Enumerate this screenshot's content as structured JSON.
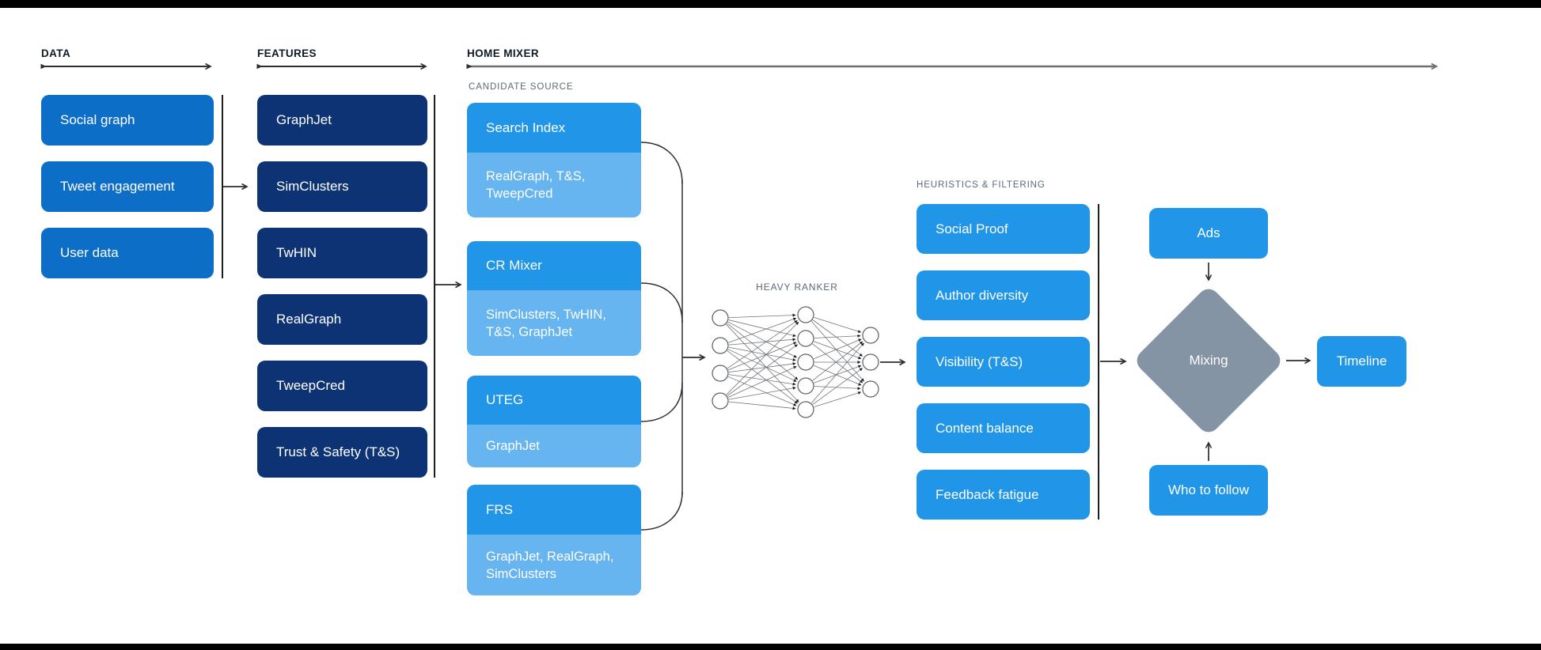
{
  "colors": {
    "data_box_blue": "#0d6ec8",
    "feature_box_navy": "#0e3375",
    "source_title_blue": "#2196e8",
    "source_subtitle_blue": "#66b5f1",
    "filter_box_blue": "#2196e8",
    "mixing_diamond_gray": "#8494a5",
    "muted_label_gray": "#5a6a7a",
    "header_label_dark": "#0d1b28",
    "wire_dark": "#2a2e33"
  },
  "sections": {
    "data": {
      "header": "DATA",
      "items": [
        "Social graph",
        "Tweet engagement",
        "User data"
      ]
    },
    "features": {
      "header": "FEATURES",
      "items": [
        "GraphJet",
        "SimClusters",
        "TwHIN",
        "RealGraph",
        "TweepCred",
        "Trust & Safety (T&S)"
      ]
    },
    "home_mixer": {
      "header": "HOME MIXER",
      "candidate_source": {
        "label": "CANDIDATE SOURCE",
        "sources": [
          {
            "title": "Search Index",
            "inputs": "RealGraph, T&S,\nTweepCred"
          },
          {
            "title": "CR Mixer",
            "inputs": "SimClusters, TwHIN,\nT&S, GraphJet"
          },
          {
            "title": "UTEG",
            "inputs": "GraphJet"
          },
          {
            "title": "FRS",
            "inputs": "GraphJet, RealGraph,\nSimClusters"
          }
        ]
      },
      "heavy_ranker_label": "HEAVY RANKER",
      "heuristics": {
        "label": "HEURISTICS & FILTERING",
        "items": [
          "Social Proof",
          "Author diversity",
          "Visibility (T&S)",
          "Content balance",
          "Feedback fatigue"
        ]
      },
      "mixing": {
        "ads": "Ads",
        "mixing": "Mixing",
        "who_to_follow": "Who to follow",
        "timeline": "Timeline"
      }
    }
  }
}
